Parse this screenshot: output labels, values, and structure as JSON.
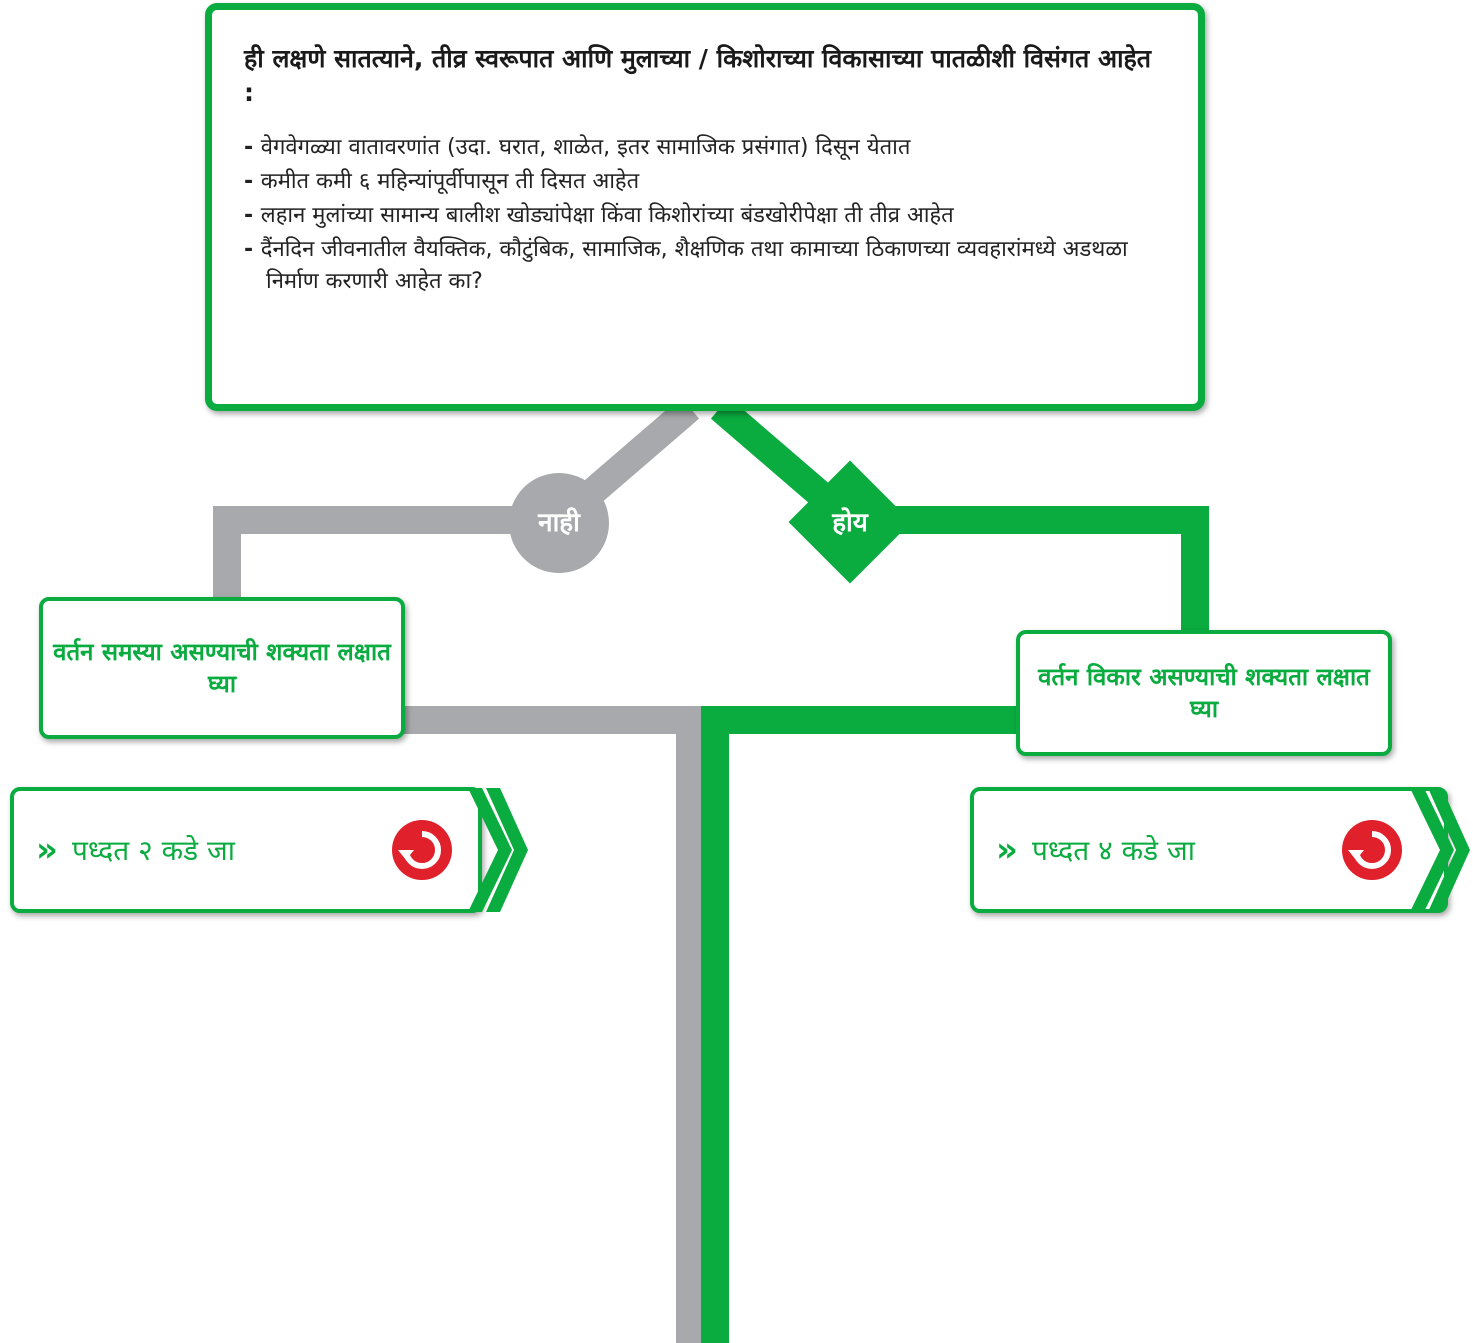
{
  "question": {
    "title": "ही लक्षणे सातत्याने, तीव्र स्वरूपात आणि मुलाच्या / किशोराच्या विकासाच्या पातळीशी विसंगत आहेत :",
    "criteria": [
      "वेगवेगळ्या वातावरणांत (उदा. घरात, शाळेत, इतर सामाजिक प्रसंगात) दिसून येतात",
      "कमीत कमी ६ महिन्यांपूर्वीपासून ती दिसत आहेत",
      "लहान मुलांच्या सामान्य बालीश खोड्यांपेक्षा किंवा किशोरांच्या बंडखोरीपेक्षा ती तीव्र आहेत",
      "दैंनदिन जीवनातील वैयक्तिक, कौटुंबिक, सामाजिक, शैक्षणिक तथा कामाच्या ठिकाणच्या व्यवहारांमध्ये अडथळा निर्माण करणारी आहेत का?"
    ]
  },
  "branches": {
    "no": {
      "label": "नाही",
      "color": "#a7a9ac",
      "outcome": "वर्तन समस्या असण्याची शक्यता लक्षात घ्या",
      "goto": "पध्दत २ कडे जा",
      "goto_icon": "refresh-icon"
    },
    "yes": {
      "label": "होय",
      "color": "#0aab3f",
      "outcome": "वर्तन विकार असण्याची शक्यता लक्षात घ्या",
      "goto": "पध्दत ४ कडे जा",
      "goto_icon": "refresh-icon"
    }
  },
  "colors": {
    "accent_green": "#0aab3f",
    "neutral_gray": "#a7a9ac",
    "icon_red": "#e0202b"
  }
}
